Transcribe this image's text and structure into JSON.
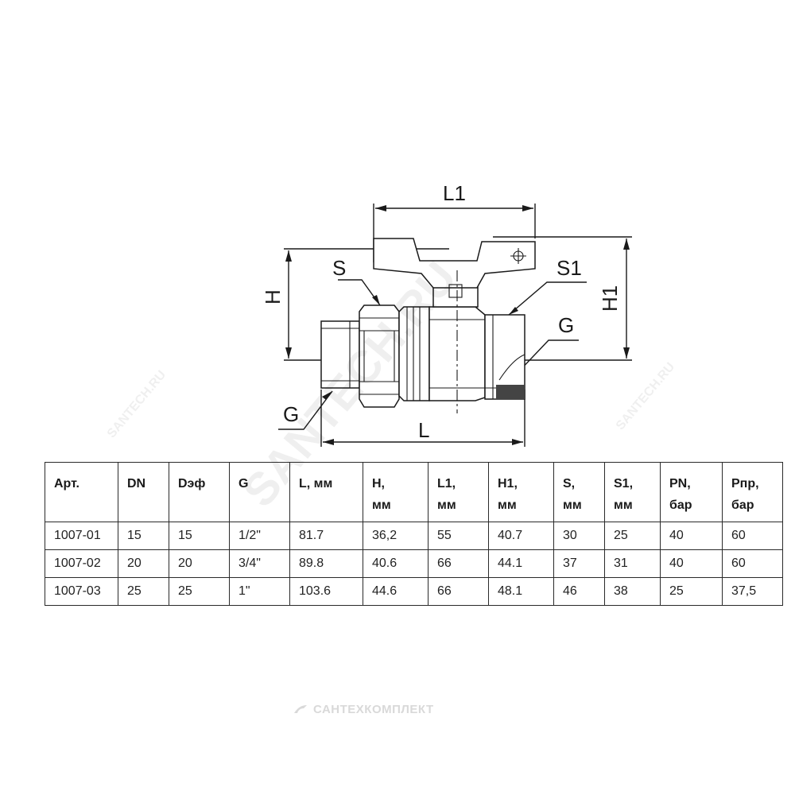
{
  "drawing": {
    "labels": {
      "l1": "L1",
      "s": "S",
      "s1": "S1",
      "h": "H",
      "h1": "H1",
      "g_right": "G",
      "g_left": "G",
      "l": "L"
    }
  },
  "table": {
    "headers": [
      [
        "Арт."
      ],
      [
        "DN"
      ],
      [
        "Dэф"
      ],
      [
        "G"
      ],
      [
        "L, мм"
      ],
      [
        "H,",
        "мм"
      ],
      [
        "L1,",
        "мм"
      ],
      [
        "H1,",
        "мм"
      ],
      [
        "S,",
        "мм"
      ],
      [
        "S1,",
        "мм"
      ],
      [
        "PN,",
        "бар"
      ],
      [
        "Рпр,",
        "бар"
      ]
    ],
    "rows": [
      [
        "1007-01",
        "15",
        "15",
        "1/2\"",
        "81.7",
        "36,2",
        "55",
        "40.7",
        "30",
        "25",
        "40",
        "60"
      ],
      [
        "1007-02",
        "20",
        "20",
        "3/4\"",
        "89.8",
        "40.6",
        "66",
        "44.1",
        "37",
        "31",
        "40",
        "60"
      ],
      [
        "1007-03",
        "25",
        "25",
        "1\"",
        "103.6",
        "44.6",
        "66",
        "48.1",
        "46",
        "38",
        "25",
        "37,5"
      ]
    ]
  },
  "watermark": {
    "main": "SANTECH.RU",
    "small_left": "SANTECH.RU",
    "small_right": "SANTECH.RU",
    "brand": "САНТЕХКОМПЛЕКТ"
  }
}
